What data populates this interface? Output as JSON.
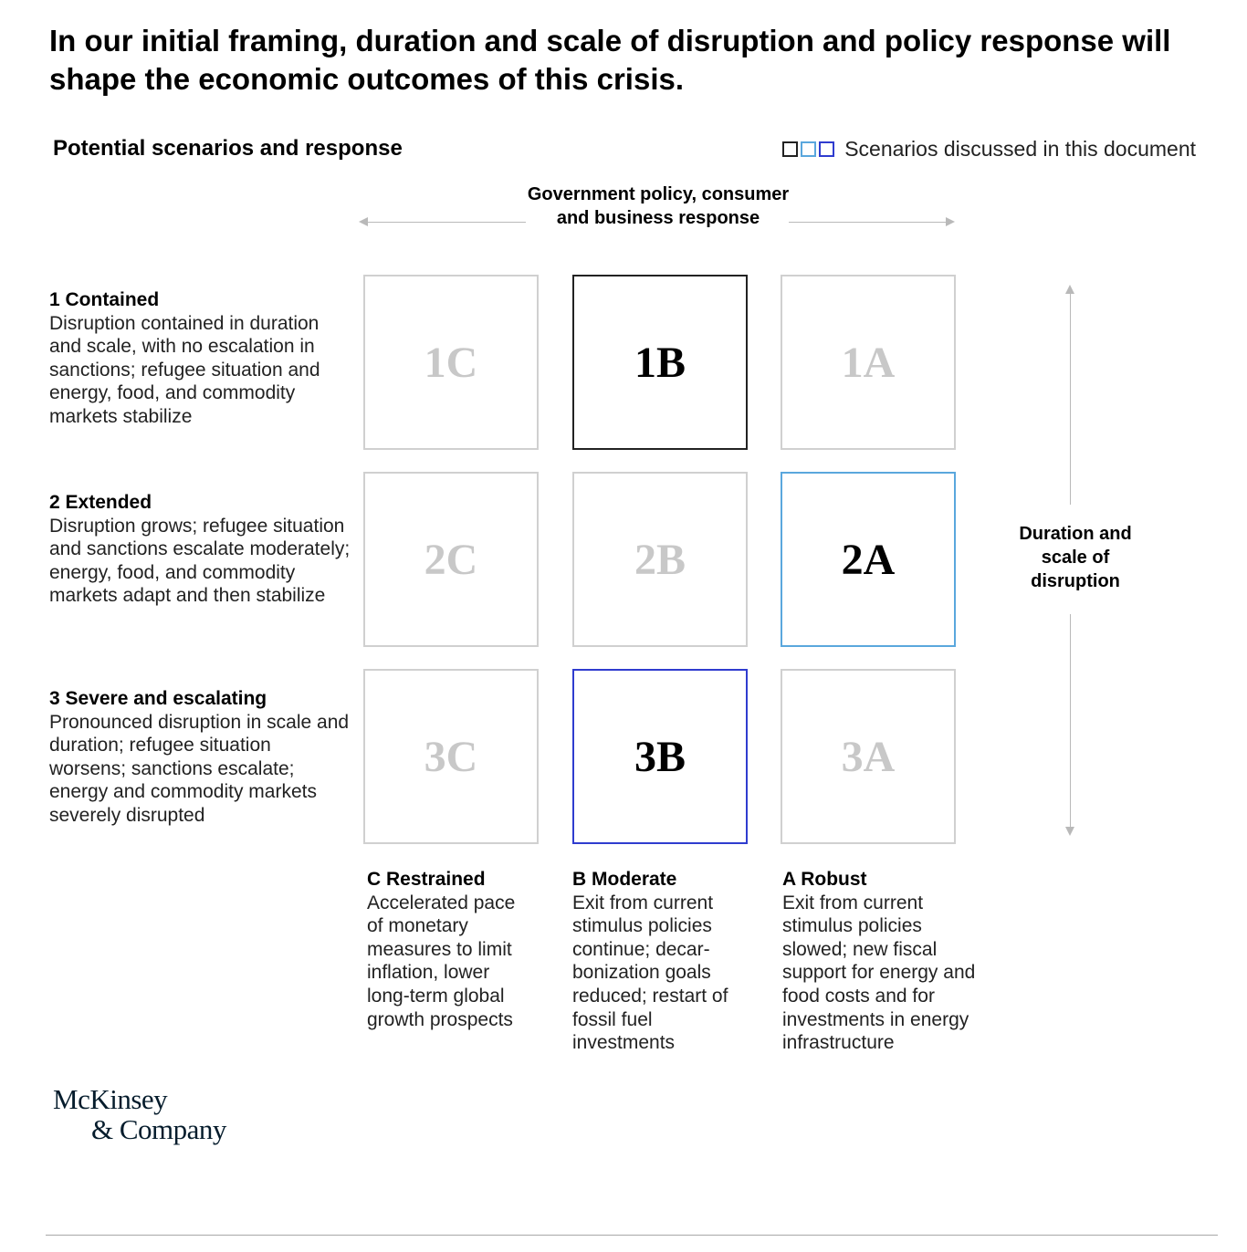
{
  "header": {
    "title": "In our initial framing, duration and scale of disruption and policy response will shape the economic outcomes of this crisis.",
    "subtitle": "Potential scenarios and response"
  },
  "legend": {
    "text": "Scenarios discussed in this document",
    "box_colors": [
      "#222222",
      "#5aa7dd",
      "#2f3ccf"
    ]
  },
  "axes": {
    "horizontal_label": "Government policy, consumer and business response",
    "vertical_label": "Duration and scale of disruption"
  },
  "rows": [
    {
      "title": "1 Contained",
      "description": "Disruption contained in duration and scale, with no escalation in sanctions; refugee situation and energy, food, and commodity markets stabilize"
    },
    {
      "title": "2 Extended",
      "description": "Disruption grows; refugee situa­tion and sanctions escalate mod­erately; energy, food, and  com­modity markets adapt and then stabilize"
    },
    {
      "title": "3 Severe and escalating",
      "description": "Pronounced disruption in scale and duration; refugee situation worsens; sanctions escalate; energy and  commodity markets severely disrupted"
    }
  ],
  "columns": [
    {
      "title": "C Restrained",
      "description": "Accelerated pace of monetary measures to limit inflation, lower long-term global growth prospects"
    },
    {
      "title": "B Moderate",
      "description": "Exit from current stimulus policies continue; decar­bonization goals reduced; restart of fossil fuel investments"
    },
    {
      "title": "A Robust",
      "description": "Exit from current stimulus policies slowed; new fiscal support for energy and food costs and for investments in energy infrastructure"
    }
  ],
  "grid": [
    [
      {
        "label": "1C",
        "highlighted": false
      },
      {
        "label": "1B",
        "highlighted": true,
        "border_color": "#222222"
      },
      {
        "label": "1A",
        "highlighted": false
      }
    ],
    [
      {
        "label": "2C",
        "highlighted": false
      },
      {
        "label": "2B",
        "highlighted": false
      },
      {
        "label": "2A",
        "highlighted": true,
        "border_color": "#5aa7dd"
      }
    ],
    [
      {
        "label": "3C",
        "highlighted": false
      },
      {
        "label": "3B",
        "highlighted": true,
        "border_color": "#2f3ccf"
      },
      {
        "label": "3A",
        "highlighted": false
      }
    ]
  ],
  "logo": {
    "line1": "McKinsey",
    "line2": "& Company"
  }
}
